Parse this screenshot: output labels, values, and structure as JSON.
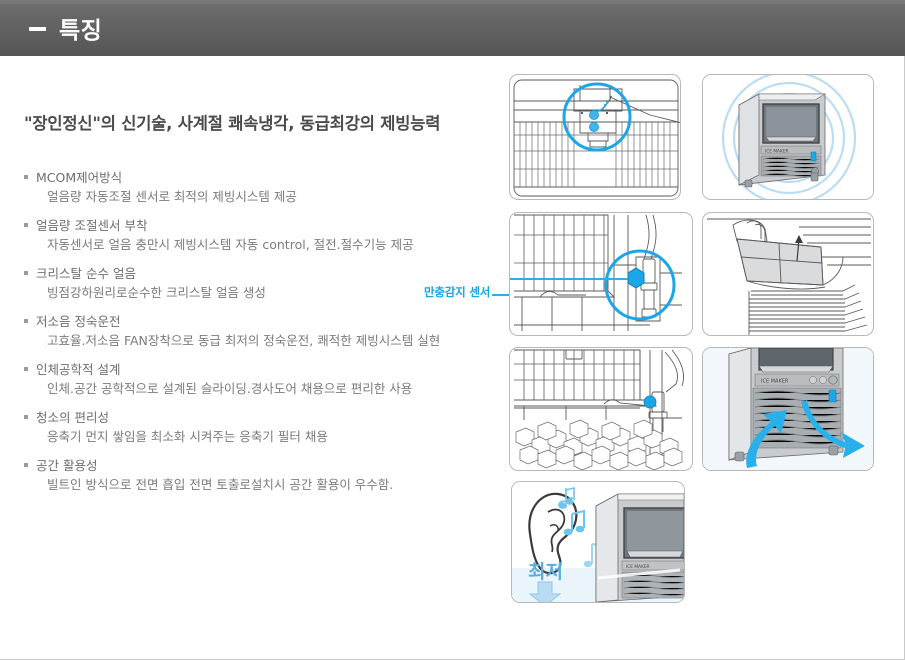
{
  "header": {
    "title": "특징",
    "dash_icon": "dash-icon"
  },
  "main": {
    "lead_heading": "\"장인정신\"의 신기술, 사계절 쾌속냉각, 동급최강의 제빙능력",
    "features": [
      {
        "title": "MCOM제어방식",
        "desc": "얼음량 자동조절 센서로 최적의 제빙시스템 제공"
      },
      {
        "title": "얼음량 조절센서 부착",
        "desc": "자동센서로 얼음 충만시 제빙시스템 자동 control, 절전.절수기능 제공"
      },
      {
        "title": "크리스탈 순수 얼음",
        "desc": "빙점강하원리로순수한 크리스탈 얼음 생성"
      },
      {
        "title": "저소음 정숙운전",
        "desc": "고효율.저소음 FAN장착으로 동급 최저의 정숙운전, 쾌적한 제빙시스템 실현"
      },
      {
        "title": "인체공학적 설계",
        "desc": "인체.공간 공학적으로 설계된 슬라이딩.경사도어 채용으로 편리한 사용"
      },
      {
        "title": "청소의 편리성",
        "desc": "응축기 먼지 쌓임을 최소화 시켜주는 응축기 필터 채용"
      },
      {
        "title": "공간 활용성",
        "desc": "빌트인 방식으로 전면 흡입 전면 토출로설치시 공간 활용이 우수함."
      }
    ]
  },
  "callouts": {
    "sensor_label": "만충감지 센서"
  },
  "panels": [
    {
      "id": "panel-1",
      "name": "ice-bin-sensor-diagram",
      "caption": ""
    },
    {
      "id": "panel-2",
      "name": "ice-machine-sound-waves-photo",
      "caption": ""
    },
    {
      "id": "panel-3",
      "name": "fill-sensor-closeup-diagram",
      "caption": ""
    },
    {
      "id": "panel-4",
      "name": "condenser-filter-removal-diagram",
      "caption": ""
    },
    {
      "id": "panel-5",
      "name": "ice-bin-full-diagram",
      "caption": ""
    },
    {
      "id": "panel-6",
      "name": "front-airflow-photo",
      "caption": ""
    },
    {
      "id": "panel-7",
      "name": "low-noise-ear-illustration",
      "caption": "최저"
    }
  ],
  "panel7": {
    "label": "최저"
  },
  "colors": {
    "header_gradient_top": "#6f6f6f",
    "header_gradient_bottom": "#555555",
    "accent_blue": "#14a7e8",
    "highlight_blue": "#1aa6e8",
    "body_text": "#7b7b7b",
    "heading_text": "#4a4a4a",
    "panel_border": "#b8b8b8"
  }
}
